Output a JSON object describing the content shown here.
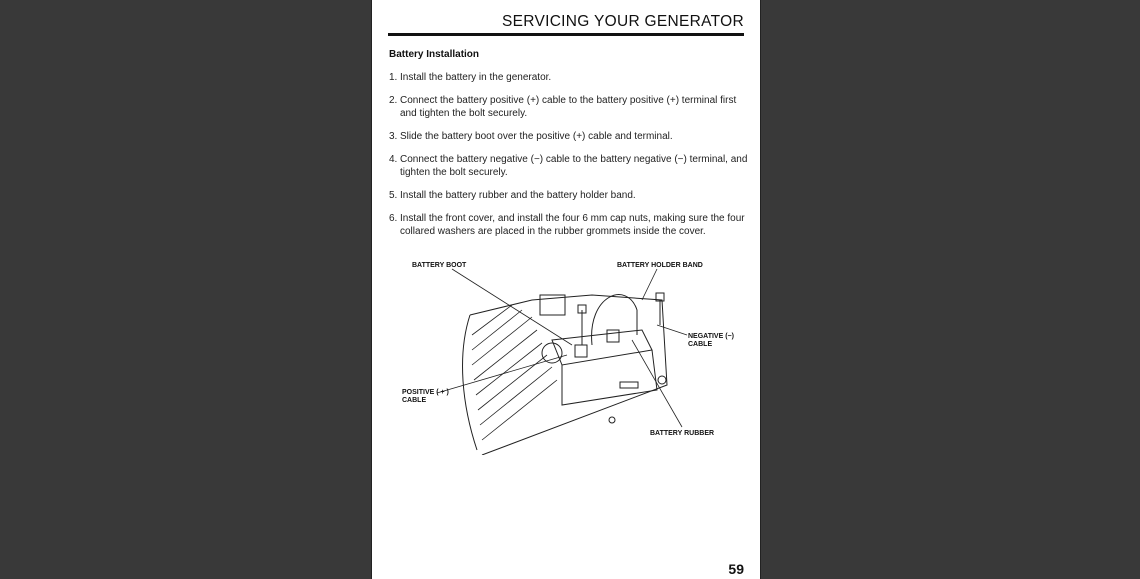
{
  "page": {
    "title": "SERVICING YOUR GENERATOR",
    "heading": "Battery Installation",
    "steps": [
      {
        "num": "1.",
        "text": "Install the battery in the generator."
      },
      {
        "num": "2.",
        "text": "Connect the battery positive (+) cable to the battery positive (+) terminal first and tighten the bolt securely."
      },
      {
        "num": "3.",
        "text": "Slide the battery boot over the positive (+) cable and terminal."
      },
      {
        "num": "4.",
        "text": "Connect the battery negative (−) cable to the battery negative (−) terminal, and tighten the bolt securely."
      },
      {
        "num": "5.",
        "text": "Install the battery rubber and the battery holder band."
      },
      {
        "num": "6.",
        "text": "Install the front cover, and install the four 6 mm cap nuts, making sure the four collared washers are placed in the rubber grommets inside the cover."
      }
    ],
    "diagram_labels": {
      "boot": "BATTERY BOOT",
      "band": "BATTERY HOLDER BAND",
      "neg1": "NEGATIVE (−)",
      "neg2": "CABLE",
      "pos1": "POSITIVE ( + )",
      "pos2": "CABLE",
      "rubber": "BATTERY RUBBER"
    },
    "page_number": "59"
  }
}
